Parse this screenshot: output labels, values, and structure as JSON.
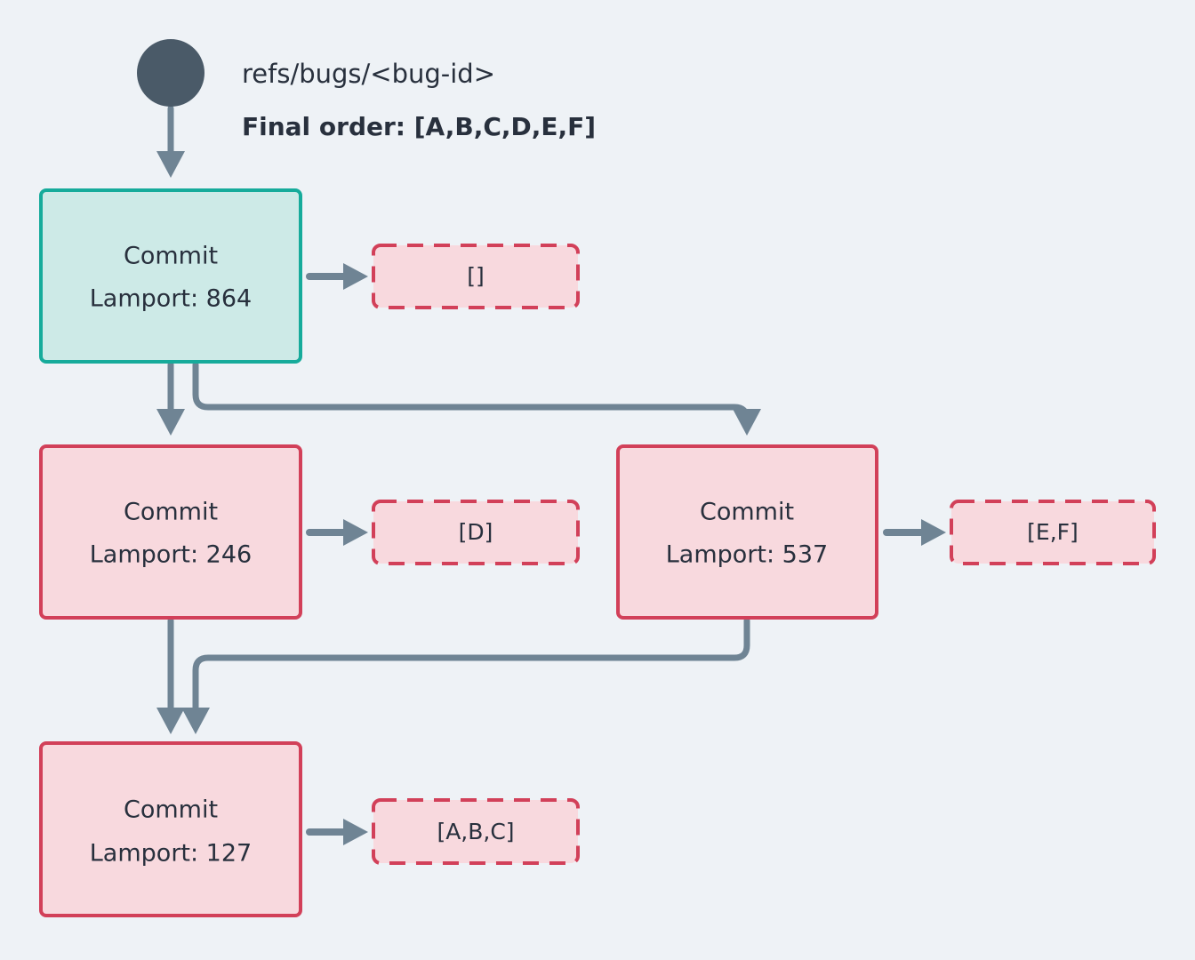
{
  "diagram": {
    "title": "refs/bugs/<bug-id>",
    "final_order_label": "Final order: [A,B,C,D,E,F]",
    "background_color": "#eef2f6",
    "colors": {
      "teal_fill": "#cdeae7",
      "teal_stroke": "#16ab9b",
      "pink_fill": "#f8d9de",
      "pink_stroke": "#d24059",
      "edge": "#6f8494",
      "text": "#28303d",
      "start_node": "#4a5a68"
    },
    "start_node": {
      "name": "start-node"
    },
    "nodes": [
      {
        "id": "commit-864",
        "line1": "Commit",
        "line2": "Lamport: 864",
        "lamport": 864,
        "style": "teal",
        "tag": "[]",
        "tag_items": []
      },
      {
        "id": "commit-246",
        "line1": "Commit",
        "line2": "Lamport: 246",
        "lamport": 246,
        "style": "pink",
        "tag": "[D]",
        "tag_items": [
          "D"
        ]
      },
      {
        "id": "commit-537",
        "line1": "Commit",
        "line2": "Lamport: 537",
        "lamport": 537,
        "style": "pink",
        "tag": "[E,F]",
        "tag_items": [
          "E",
          "F"
        ]
      },
      {
        "id": "commit-127",
        "line1": "Commit",
        "line2": "Lamport: 127",
        "lamport": 127,
        "style": "pink",
        "tag": "[A,B,C]",
        "tag_items": [
          "A",
          "B",
          "C"
        ]
      }
    ],
    "edges": [
      {
        "from": "start-node",
        "to": "commit-864"
      },
      {
        "from": "commit-864",
        "to": "commit-246"
      },
      {
        "from": "commit-864",
        "to": "commit-537"
      },
      {
        "from": "commit-246",
        "to": "commit-127"
      },
      {
        "from": "commit-537",
        "to": "commit-127"
      },
      {
        "from": "commit-864",
        "to": "tag-864"
      },
      {
        "from": "commit-246",
        "to": "tag-246"
      },
      {
        "from": "commit-537",
        "to": "tag-537"
      },
      {
        "from": "commit-127",
        "to": "tag-127"
      }
    ]
  }
}
